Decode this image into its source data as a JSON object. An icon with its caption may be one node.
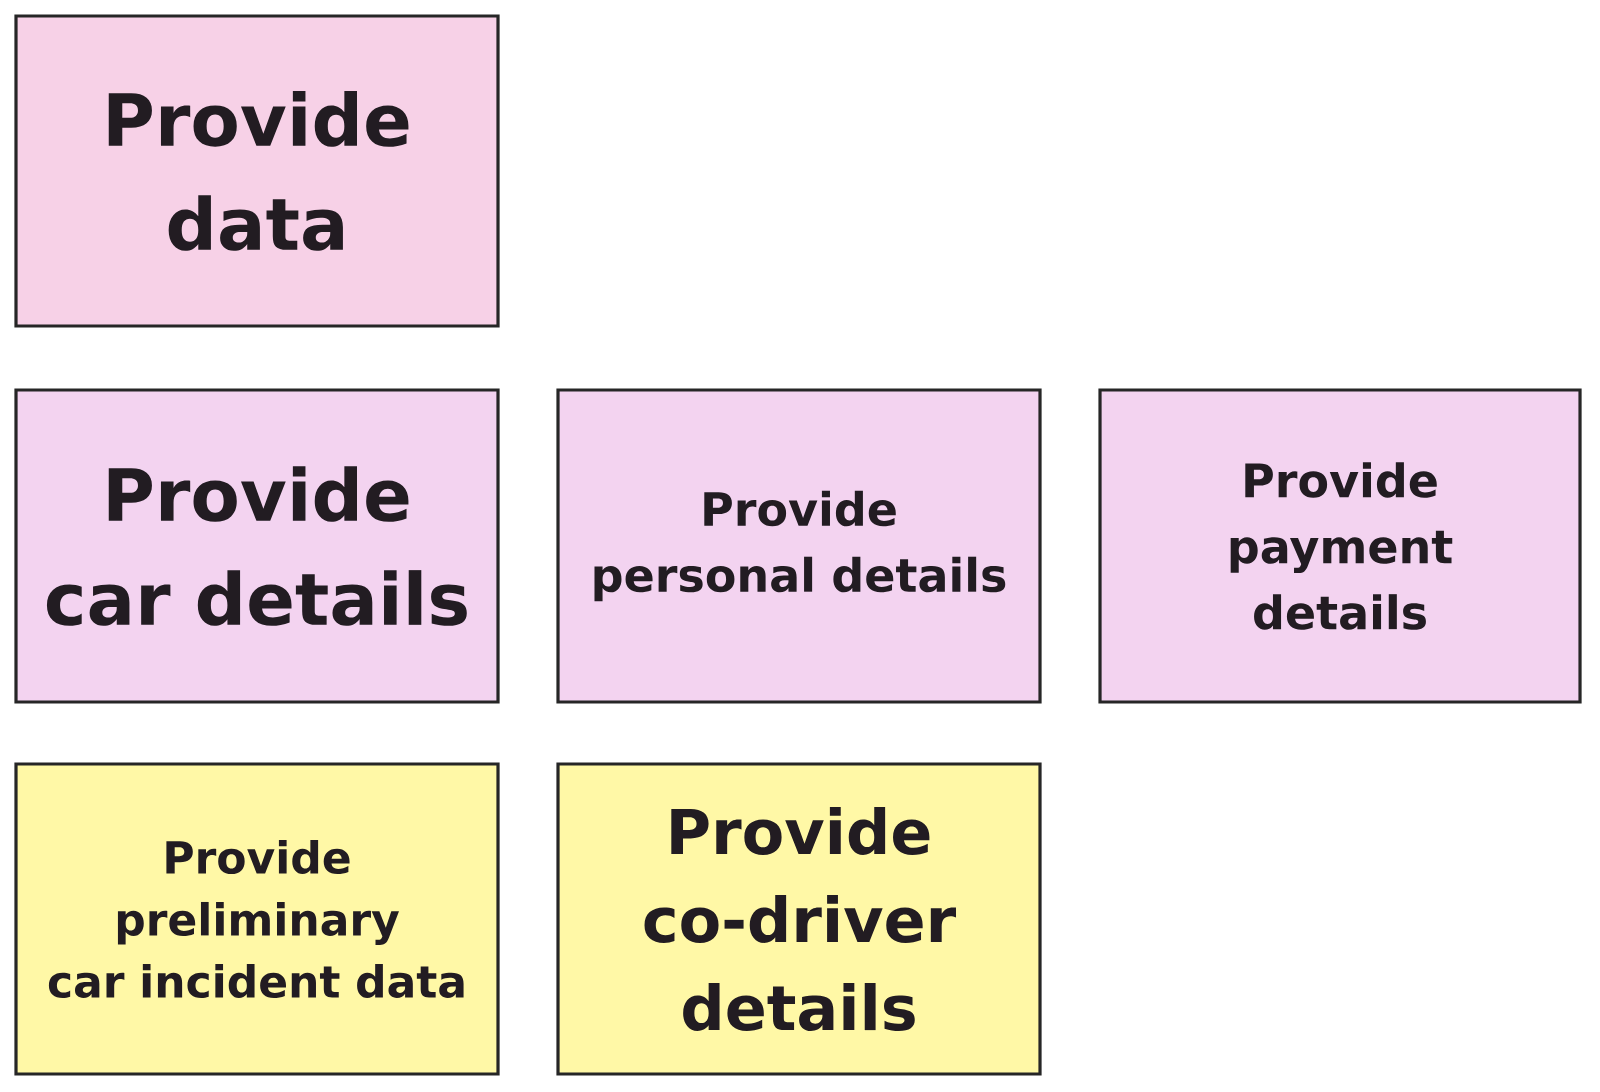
{
  "diagram": {
    "nodes": [
      {
        "text": [
          "Provide data"
        ]
      },
      {
        "text": [
          "Provide car details"
        ]
      },
      {
        "text": [
          "Provide personal details"
        ]
      },
      {
        "text": [
          "Provide payment details"
        ]
      },
      {
        "text": [
          "Provide preliminary car incident data"
        ]
      },
      {
        "text": [
          "Provide co-driver details"
        ]
      }
    ]
  }
}
